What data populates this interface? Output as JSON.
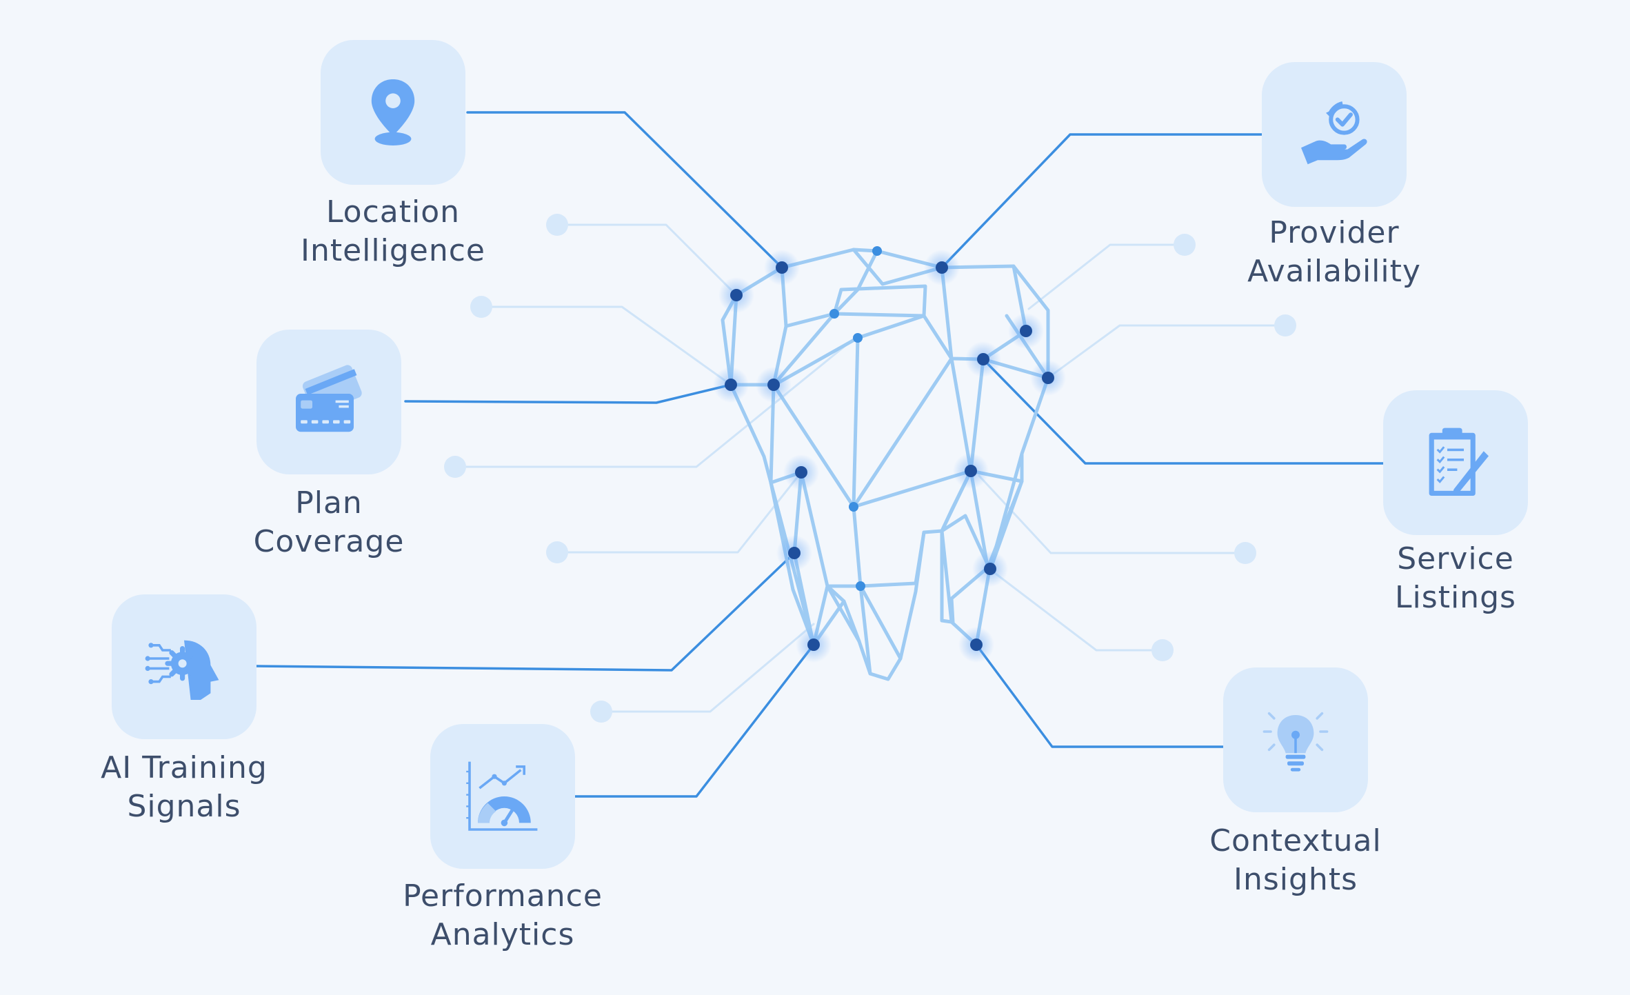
{
  "features": [
    {
      "id": "location",
      "line1": "Location",
      "line2": "Intelligence",
      "icon": "location-pin-icon"
    },
    {
      "id": "provider",
      "line1": "Provider",
      "line2": "Availability",
      "icon": "hand-check-icon"
    },
    {
      "id": "plan",
      "line1": "Plan",
      "line2": "Coverage",
      "icon": "credit-card-icon"
    },
    {
      "id": "service",
      "line1": "Service",
      "line2": "Listings",
      "icon": "clipboard-checklist-icon"
    },
    {
      "id": "ai",
      "line1": "AI Training",
      "line2": "Signals",
      "icon": "ai-head-gear-icon"
    },
    {
      "id": "performance",
      "line1": "Performance",
      "line2": "Analytics",
      "icon": "analytics-gauge-icon"
    },
    {
      "id": "contextual",
      "line1": "Contextual",
      "line2": "Insights",
      "icon": "lightbulb-icon"
    }
  ],
  "colors": {
    "background": "#f3f7fc",
    "tile": "#dcebfb",
    "icon": "#6aa8f5",
    "mesh": "#9ecbf3",
    "node": "#1f4f9c",
    "connector": "#3b8ee0",
    "connector_faint": "#cfe4f8",
    "text": "#3d4e6b"
  }
}
